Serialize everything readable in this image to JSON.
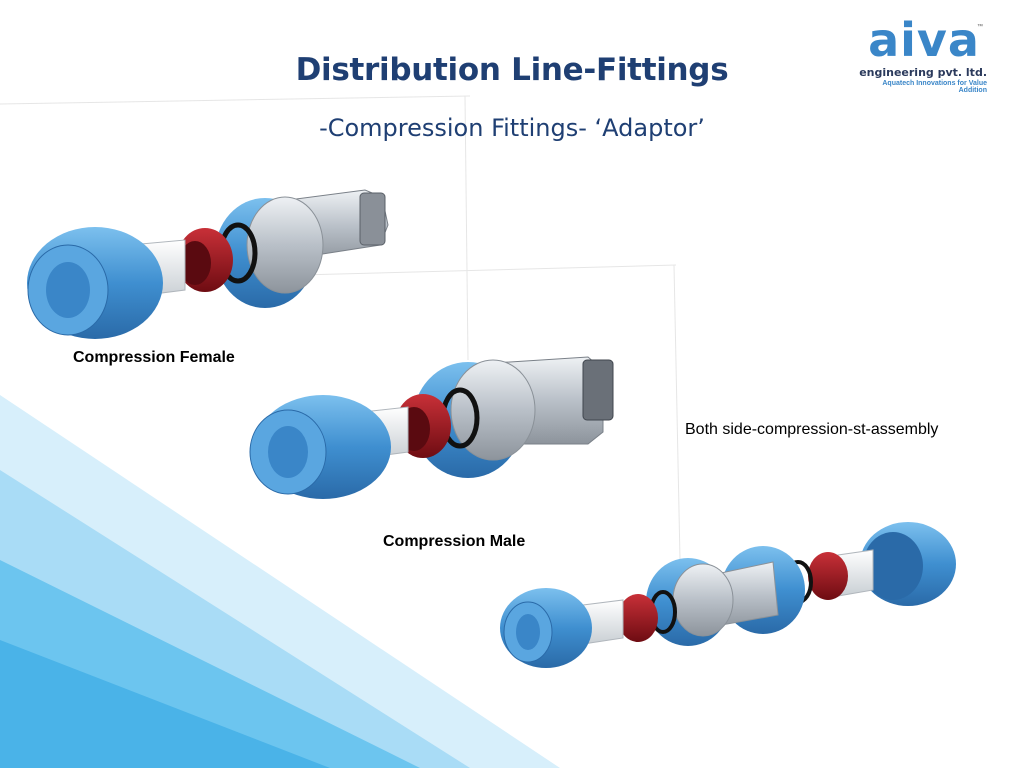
{
  "slide": {
    "title": "Distribution Line-Fittings",
    "subtitle": "-Compression Fittings- ‘Adaptor’"
  },
  "logo": {
    "word": "aiva",
    "trademark": "™",
    "line1": "engineering pvt. ltd.",
    "line2": "Aquatech Innovations for Value Addition"
  },
  "captions": {
    "female": "Compression Female",
    "male": "Compression Male",
    "both_side": "Both side-compression-st-assembly"
  },
  "colors": {
    "title": "#1f3f73",
    "fitting_blue": "#4a9ad8",
    "ring_red": "#a01820",
    "body_grey": "#c8ced6",
    "background_wedge": "#6cc5ef"
  }
}
